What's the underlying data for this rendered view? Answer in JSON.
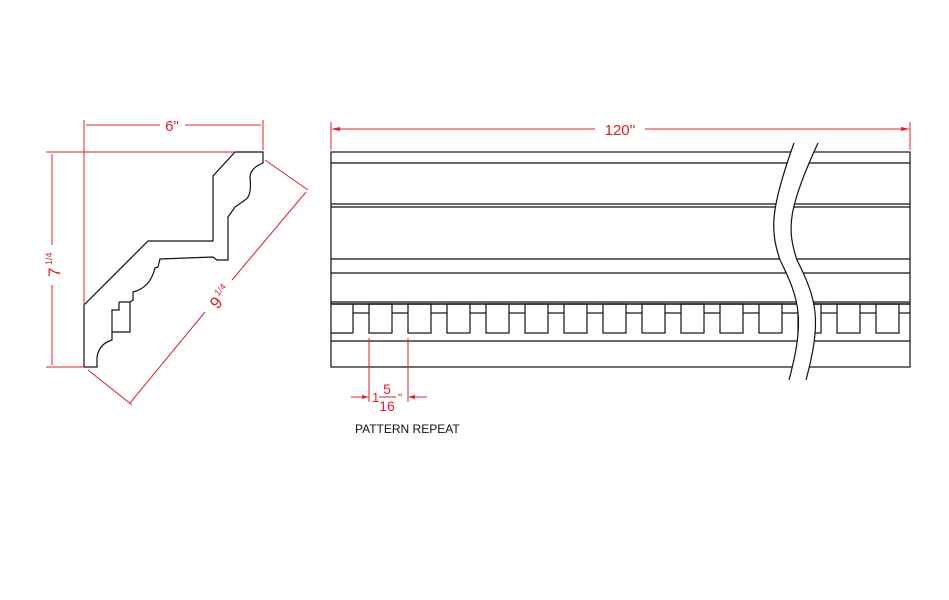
{
  "profile": {
    "width_label": "6\"",
    "height_whole": "7",
    "height_fraction": "1/4",
    "diagonal_whole": "9",
    "diagonal_fraction": "1/4"
  },
  "elevation": {
    "length_label": "120''",
    "repeat_whole": "1",
    "repeat_numerator": "5",
    "repeat_denominator": "16",
    "repeat_unit": "\"",
    "repeat_caption": "PATTERN REPEAT"
  },
  "colors": {
    "dimension": "#e0202a",
    "outline": "#111111"
  }
}
